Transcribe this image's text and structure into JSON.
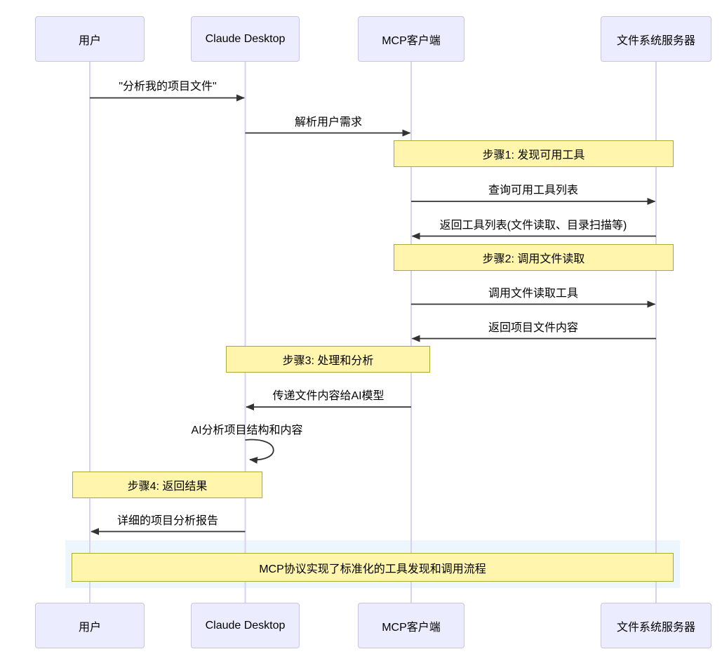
{
  "diagram_type": "sequence-diagram",
  "actors": [
    {
      "label": "用户"
    },
    {
      "label": "Claude Desktop"
    },
    {
      "label": "MCP客户端"
    },
    {
      "label": "文件系统服务器"
    }
  ],
  "messages": [
    {
      "from": "用户",
      "to": "Claude Desktop",
      "label": "\"分析我的项目文件\"",
      "arrow": "solid-right"
    },
    {
      "from": "Claude Desktop",
      "to": "MCP客户端",
      "label": "解析用户需求",
      "arrow": "solid-right"
    },
    {
      "from": "MCP客户端",
      "to": "文件系统服务器",
      "label": "查询可用工具列表",
      "arrow": "solid-right"
    },
    {
      "from": "文件系统服务器",
      "to": "MCP客户端",
      "label": "返回工具列表(文件读取、目录扫描等)",
      "arrow": "solid-left"
    },
    {
      "from": "MCP客户端",
      "to": "文件系统服务器",
      "label": "调用文件读取工具",
      "arrow": "solid-right"
    },
    {
      "from": "文件系统服务器",
      "to": "MCP客户端",
      "label": "返回项目文件内容",
      "arrow": "solid-left"
    },
    {
      "from": "MCP客户端",
      "to": "Claude Desktop",
      "label": "传递文件内容给AI模型",
      "arrow": "solid-left"
    },
    {
      "from": "Claude Desktop",
      "to": "Claude Desktop",
      "label": "AI分析项目结构和内容",
      "arrow": "self-loop"
    },
    {
      "from": "Claude Desktop",
      "to": "用户",
      "label": "详细的项目分析报告",
      "arrow": "solid-left"
    }
  ],
  "notes": [
    {
      "over": [
        "MCP客户端",
        "文件系统服务器"
      ],
      "label": "步骤1: 发现可用工具"
    },
    {
      "over": [
        "MCP客户端",
        "文件系统服务器"
      ],
      "label": "步骤2: 调用文件读取"
    },
    {
      "over": [
        "Claude Desktop",
        "MCP客户端"
      ],
      "label": "步骤3: 处理和分析"
    },
    {
      "over": [
        "用户",
        "Claude Desktop"
      ],
      "label": "步骤4: 返回结果"
    },
    {
      "over": [
        "用户",
        "文件系统服务器"
      ],
      "label": "MCP协议实现了标准化的工具发现和调用流程",
      "highlighted": true
    }
  ],
  "colors": {
    "actor_fill": "#ECECFF",
    "actor_border": "#C9C4E4",
    "note_fill": "#FFF5AD",
    "note_border": "#AAAA33",
    "highlight_fill": "#EDF6FC",
    "arrow": "#333333",
    "lifeline": "#D8D2EE",
    "text": "#000000"
  }
}
